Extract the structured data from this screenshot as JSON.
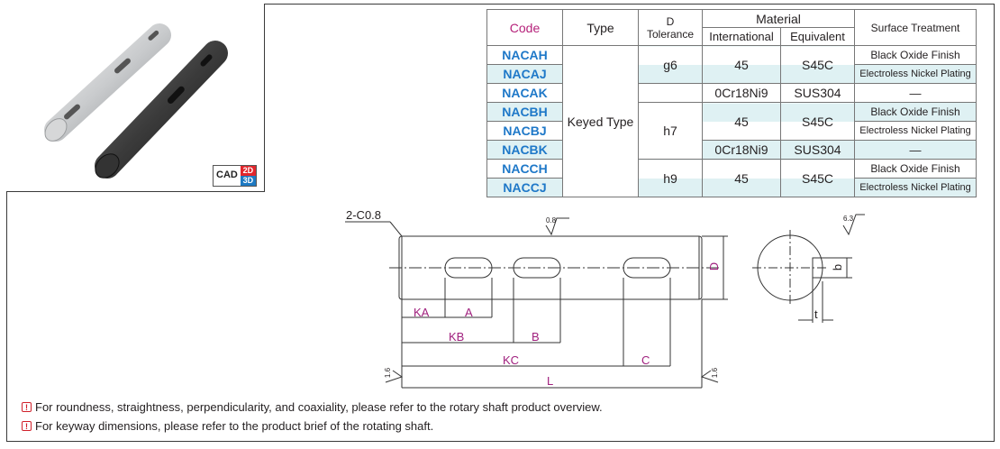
{
  "badge": {
    "cad": "CAD",
    "d2": "2D",
    "d3": "3D"
  },
  "table": {
    "headers": {
      "code": "Code",
      "type": "Type",
      "d": "D",
      "tolerance": "Tolerance",
      "material": "Material",
      "international": "International",
      "equivalent": "Equivalent",
      "surface": "Surface Treatment"
    },
    "type_value": "Keyed Type",
    "codes": [
      "NACAH",
      "NACAJ",
      "NACAK",
      "NACBH",
      "NACBJ",
      "NACBK",
      "NACCH",
      "NACCJ"
    ],
    "tolerances": [
      "g6",
      "h7",
      "h9"
    ],
    "materials": {
      "m45": "45",
      "s45c": "S45C",
      "ni9": "0Cr18Ni9",
      "sus": "SUS304"
    },
    "surfaces": {
      "black": "Black Oxide Finish",
      "nickel": "Electroless Nickel Plating",
      "none": "—"
    }
  },
  "drawing": {
    "chamfer": "2-C0.8",
    "rough08": "0.8",
    "rough63": "6.3",
    "rough16": "1.6",
    "labels": {
      "D": "D",
      "KA": "KA",
      "A": "A",
      "KB": "KB",
      "B": "B",
      "KC": "KC",
      "C": "C",
      "L": "L",
      "b": "b",
      "t": "t"
    }
  },
  "notes": [
    "For roundness, straightness, perpendicularity, and coaxiality, please refer to the rotary shaft product overview.",
    "For keyway dimensions, please refer to the product brief of the rotating shaft."
  ],
  "colors": {
    "code_blue": "#1e78c8",
    "header_magenta": "#b5217a",
    "alt_row": "#dff1f3",
    "label_magenta": "#a0207e"
  }
}
